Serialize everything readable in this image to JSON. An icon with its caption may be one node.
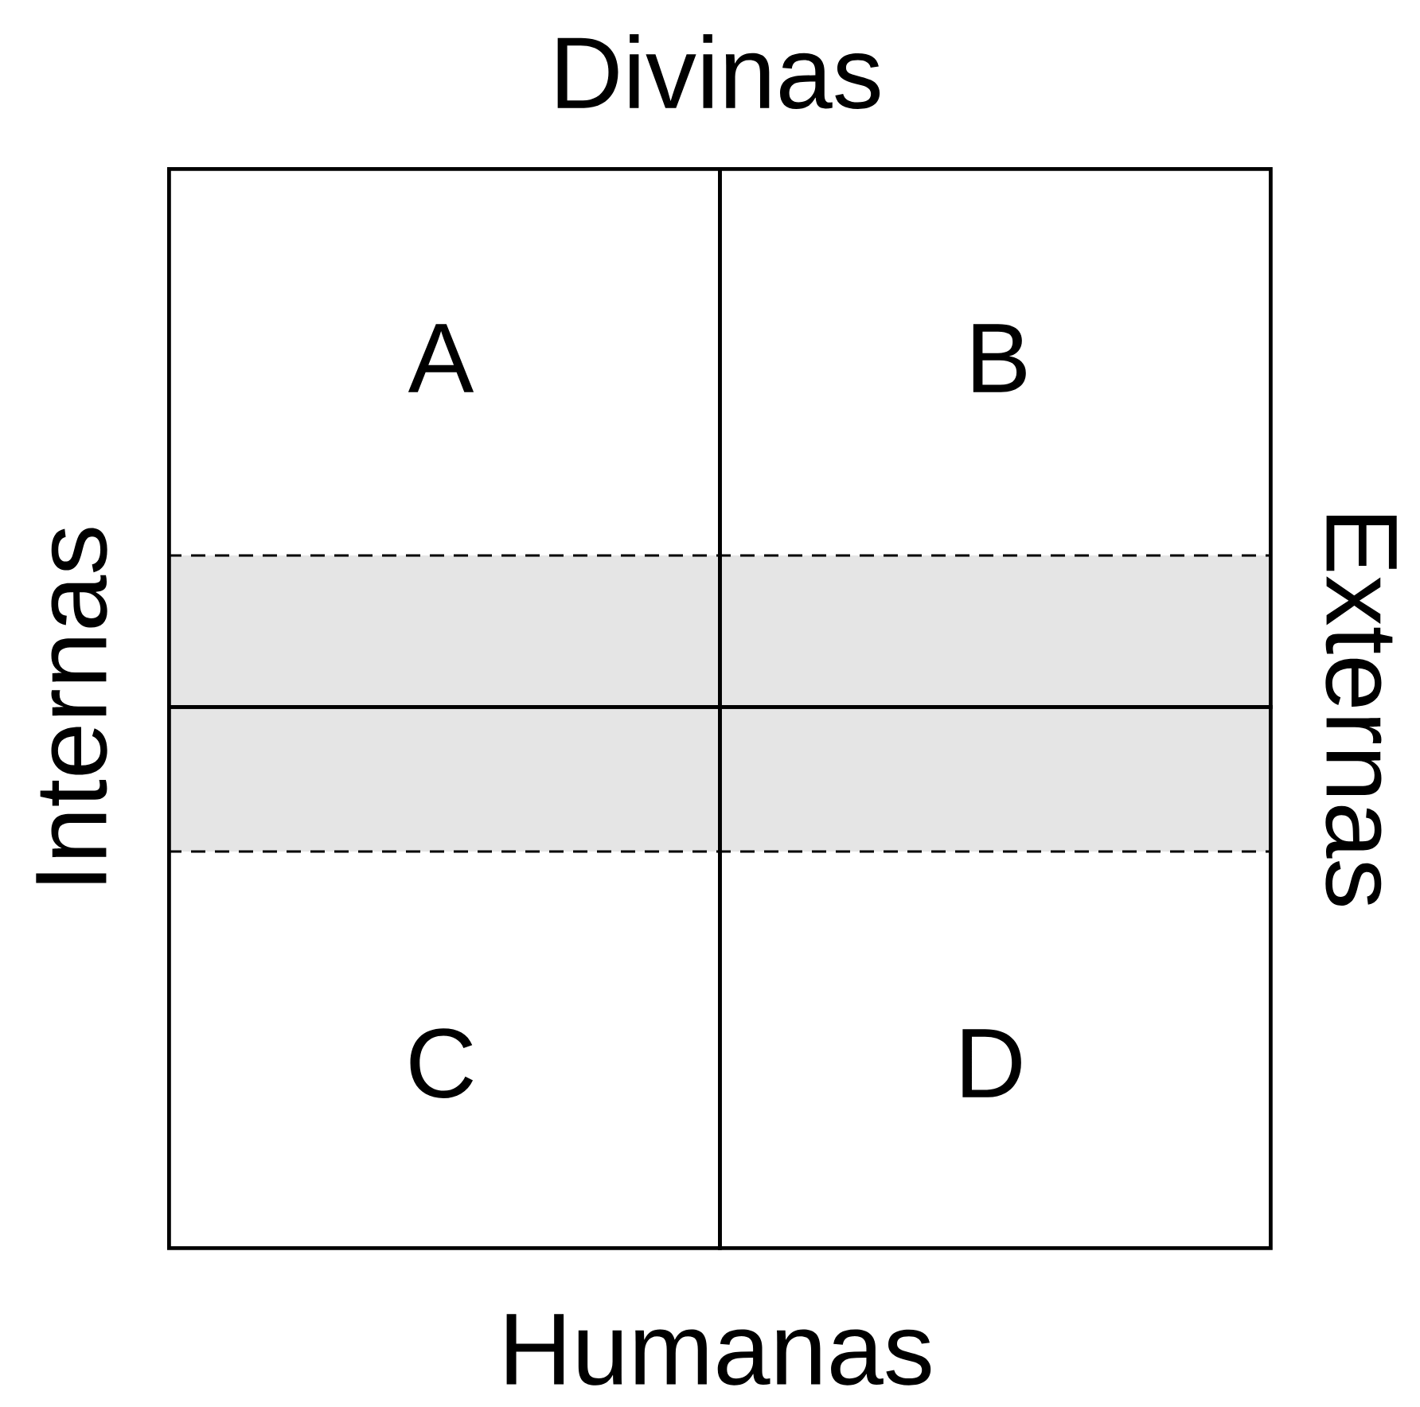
{
  "diagram": {
    "nodes": [
      {
        "text": [
          "A"
        ]
      },
      {
        "text": [
          "B"
        ]
      },
      {
        "text": [
          "C"
        ]
      },
      {
        "text": [
          "D"
        ]
      }
    ],
    "labels": [
      "Divinas",
      "Internas",
      "Externas",
      "Humanas"
    ]
  }
}
